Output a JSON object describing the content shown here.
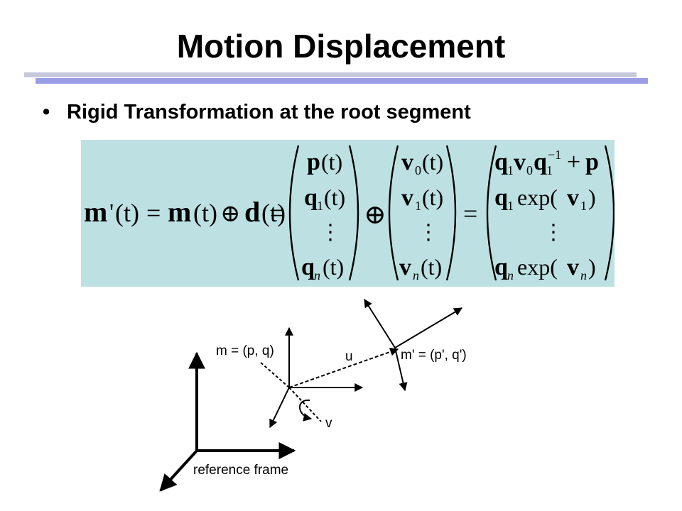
{
  "slide": {
    "title": "Motion Displacement",
    "bullet_marker": "•",
    "bullet_text": "Rigid Transformation at the root segment"
  },
  "equation": {
    "lhs": {
      "m": "m",
      "prime": "'",
      "t": "(t)",
      "eq": "=",
      "m2": "m",
      "t2": "(t)",
      "oplus": "⊕",
      "d": "d",
      "t3": "(t)",
      "eq2": "="
    },
    "vec1": {
      "r1a": "p",
      "r1b": "(t)",
      "r2a": "q",
      "r2s": "1",
      "r2b": "(t)",
      "r3": "⋮",
      "r4a": "q",
      "r4s": "n",
      "r4b": "(t)"
    },
    "op": "⊕",
    "vec2": {
      "r1a": "v",
      "r1s": "0",
      "r1b": "(t)",
      "r2a": "v",
      "r2s": "1",
      "r2b": "(t)",
      "r3": "⋮",
      "r4a": "v",
      "r4s": "n",
      "r4b": "(t)"
    },
    "eq3": "=",
    "vec3": {
      "r1q": "q",
      "r1s1": "1",
      "r1v": "v",
      "r1s0": "0",
      "r1q2": "q",
      "r1s3": "1",
      "r1sup": "−1",
      "r1plus": "+",
      "r1p": "p",
      "r2q": "q",
      "r2s": "1",
      "r2exp": "exp(",
      "r2v": "v",
      "r2vs": "1",
      "r2close": ")",
      "r3": "⋮",
      "r4q": "q",
      "r4s": "n",
      "r4exp": "exp(",
      "r4v": "v",
      "r4vs": "n",
      "r4close": ")"
    }
  },
  "diagram": {
    "label_m": "m = (p, q)",
    "label_u": "u",
    "label_mprime": "m' = (p', q')",
    "label_v": "v",
    "label_ref": "reference frame"
  }
}
